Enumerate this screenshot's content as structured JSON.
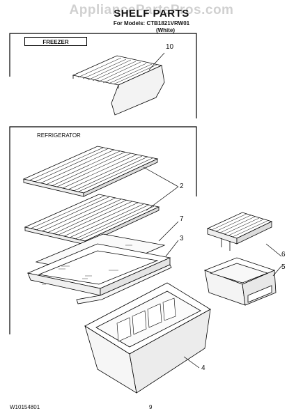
{
  "header": {
    "watermark": "AppliancePartsPros.com",
    "title": "SHELF PARTS",
    "models": "For Models: CTB1821VRW01",
    "color": "(White)"
  },
  "sections": {
    "freezer": "FREEZER",
    "refrigerator": "REFRIGERATOR"
  },
  "callouts": [
    "10",
    "2",
    "7",
    "3",
    "6",
    "5",
    "4"
  ],
  "footer": {
    "doc_number": "W10154801",
    "page": "9"
  }
}
